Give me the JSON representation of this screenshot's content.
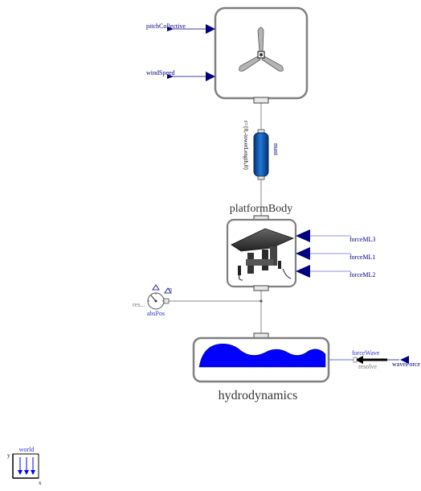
{
  "diagram": {
    "inputs": {
      "pitch_collective": "pitchCollective",
      "wind_speed": "windSpeed",
      "wave_force": "waveForce"
    },
    "mast": {
      "name": "mast",
      "param": "r={0,-towerLength,0}"
    },
    "platform": {
      "name": "platformBody",
      "force_inputs": [
        "forceML3",
        "forceML1",
        "forceML2"
      ]
    },
    "abs_pos": {
      "name": "absPos",
      "left_label": "res...",
      "top_label": "n"
    },
    "hydrodynamics": {
      "name": "hydrodynamics",
      "force_wave": "forceWave",
      "resolve": "resolve"
    },
    "world": {
      "name": "world",
      "axis_x": "x",
      "axis_y": "y"
    }
  },
  "colors": {
    "navy": "#000080",
    "box_border": "#7f7f7f",
    "connector": "#6e6ed8",
    "water": "#0000ff",
    "mast_blue": "#0a57b7"
  }
}
